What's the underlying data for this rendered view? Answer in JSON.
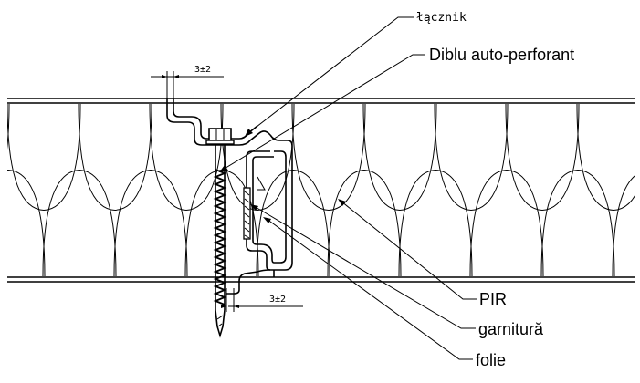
{
  "labels": {
    "connector": "łącznik",
    "screw": "Diblu auto-perforant",
    "core": "PIR",
    "gasket": "garnitură",
    "film": "folie",
    "gap_top": "3±2",
    "gap_bottom": "3±2"
  }
}
